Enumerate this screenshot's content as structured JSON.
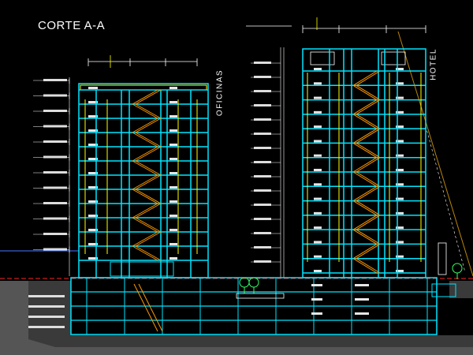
{
  "title": "CORTE A-A",
  "labels": {
    "office_tower": "OFICINAS",
    "hotel_tower": "HOTEL"
  },
  "colors": {
    "background": "#000000",
    "structure": "#00e5ff",
    "walls": "#ffff00",
    "stairs": "#ff9900",
    "dimensions": "#ffffff",
    "reference_line": "#ff2222",
    "ground_hatch": "#9a9a9a",
    "trees": "#33ff66",
    "guide_line": "#b8860b"
  },
  "icons": [
    "tree-icon",
    "tree-icon",
    "tree-icon"
  ]
}
